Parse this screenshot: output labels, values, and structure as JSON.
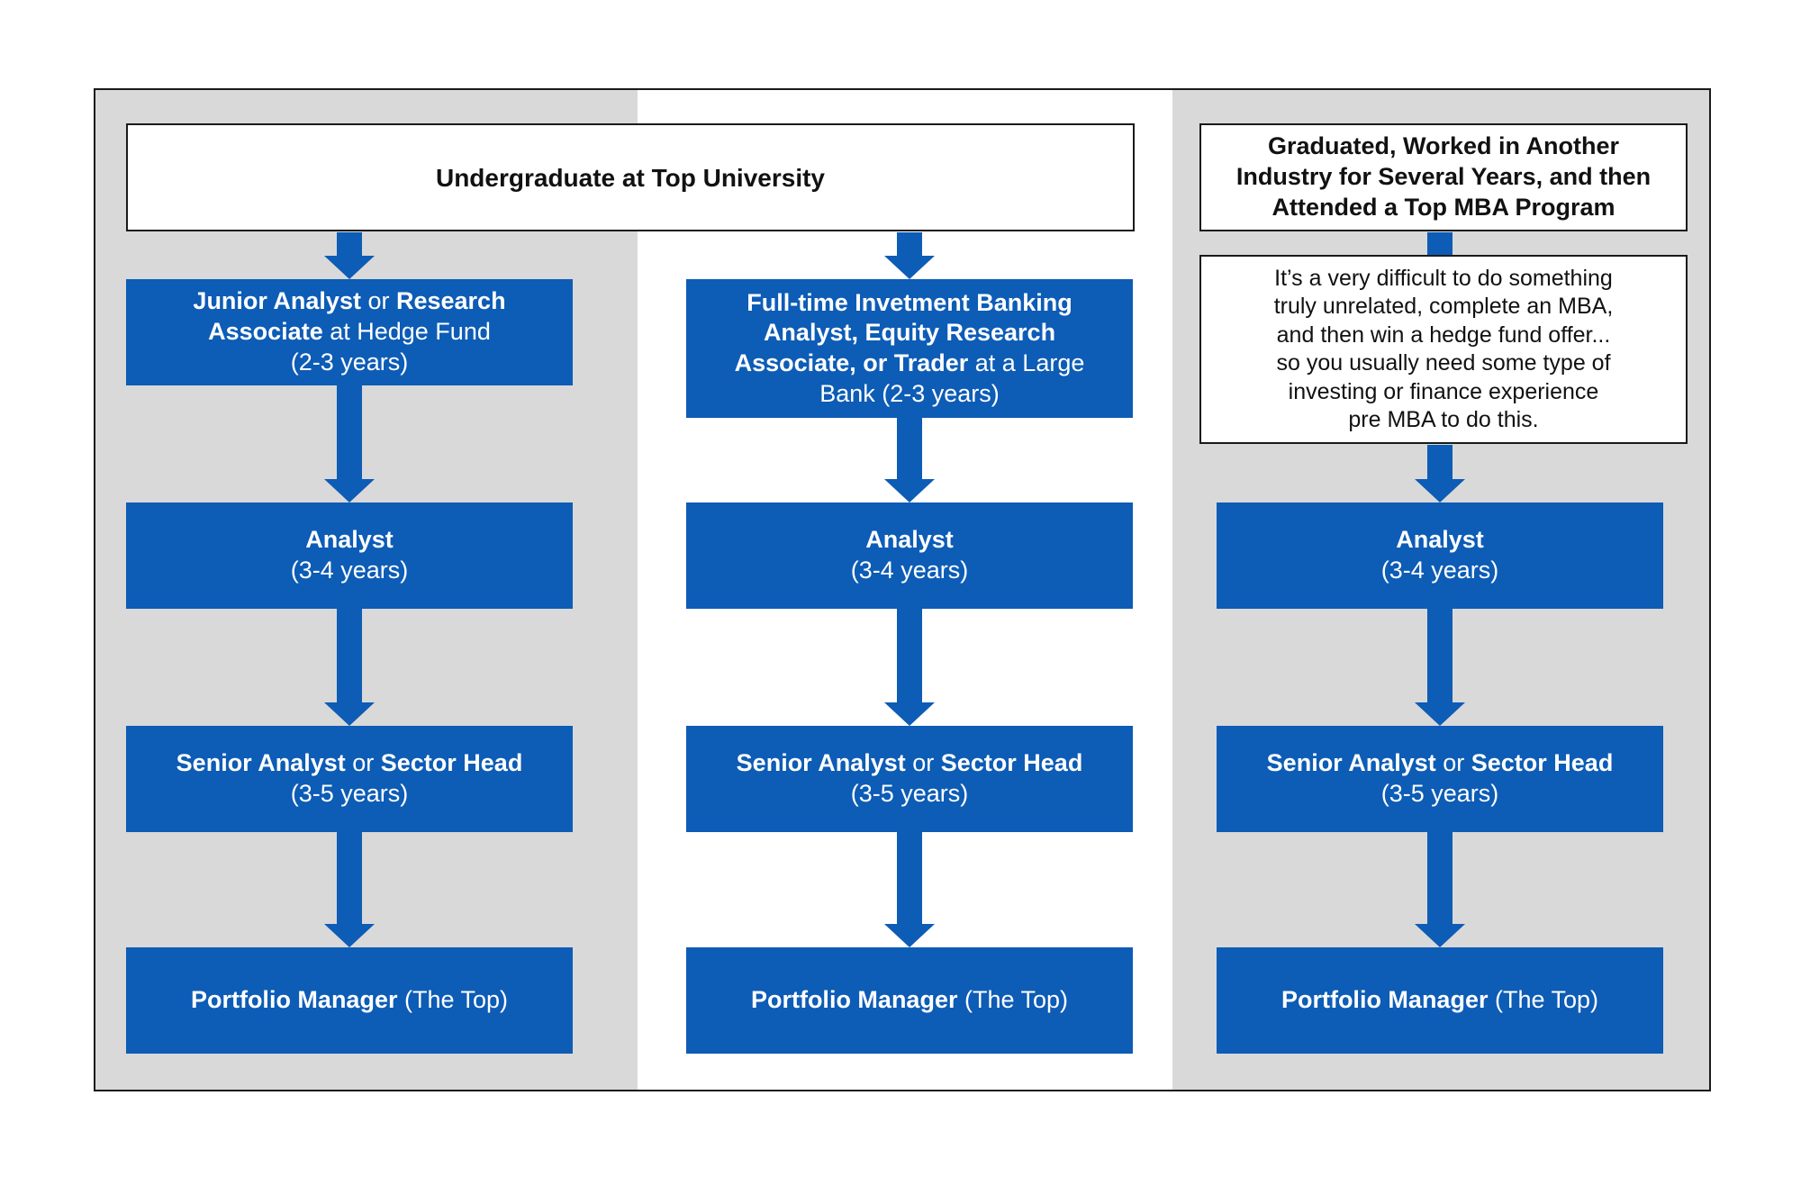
{
  "colors": {
    "blue": "#0d5cb6",
    "gray": "#d9d9d9",
    "border": "#1a1a1a"
  },
  "top_box": {
    "label": "Undergraduate at Top University"
  },
  "mba_box": {
    "lines": [
      "Graduated, Worked in Another",
      "Industry for Several Years, and then",
      "Attended a Top MBA Program"
    ]
  },
  "note_box": {
    "lines": [
      "It’s a very difficult to do something",
      "truly unrelated, complete an MBA,",
      "and then win a hedge fund offer...",
      "so you usually need some type of",
      "investing or finance experience",
      "pre MBA to do this."
    ]
  },
  "col1": {
    "entry": {
      "l1_b1": "Junior Analyst",
      "l1_n1": " or ",
      "l1_b2": "Research",
      "l2_b1": "Associate",
      "l2_n1": " at Hedge Fund",
      "l3": "(2-3 years)"
    }
  },
  "col2": {
    "entry": {
      "l1": "Full-time Invetment Banking",
      "l2": "Analyst, Equity Research",
      "l3_b": "Associate, or Trader",
      "l3_n": " at a Large",
      "l4": "Bank (2-3 years)"
    }
  },
  "analyst": {
    "title": "Analyst",
    "years": "(3-4 years)"
  },
  "senior": {
    "b1": "Senior Analyst",
    "mid": " or ",
    "b2": "Sector Head",
    "years": "(3-5 years)"
  },
  "pm": {
    "b": "Portfolio Manager",
    "n": " (The Top)"
  }
}
